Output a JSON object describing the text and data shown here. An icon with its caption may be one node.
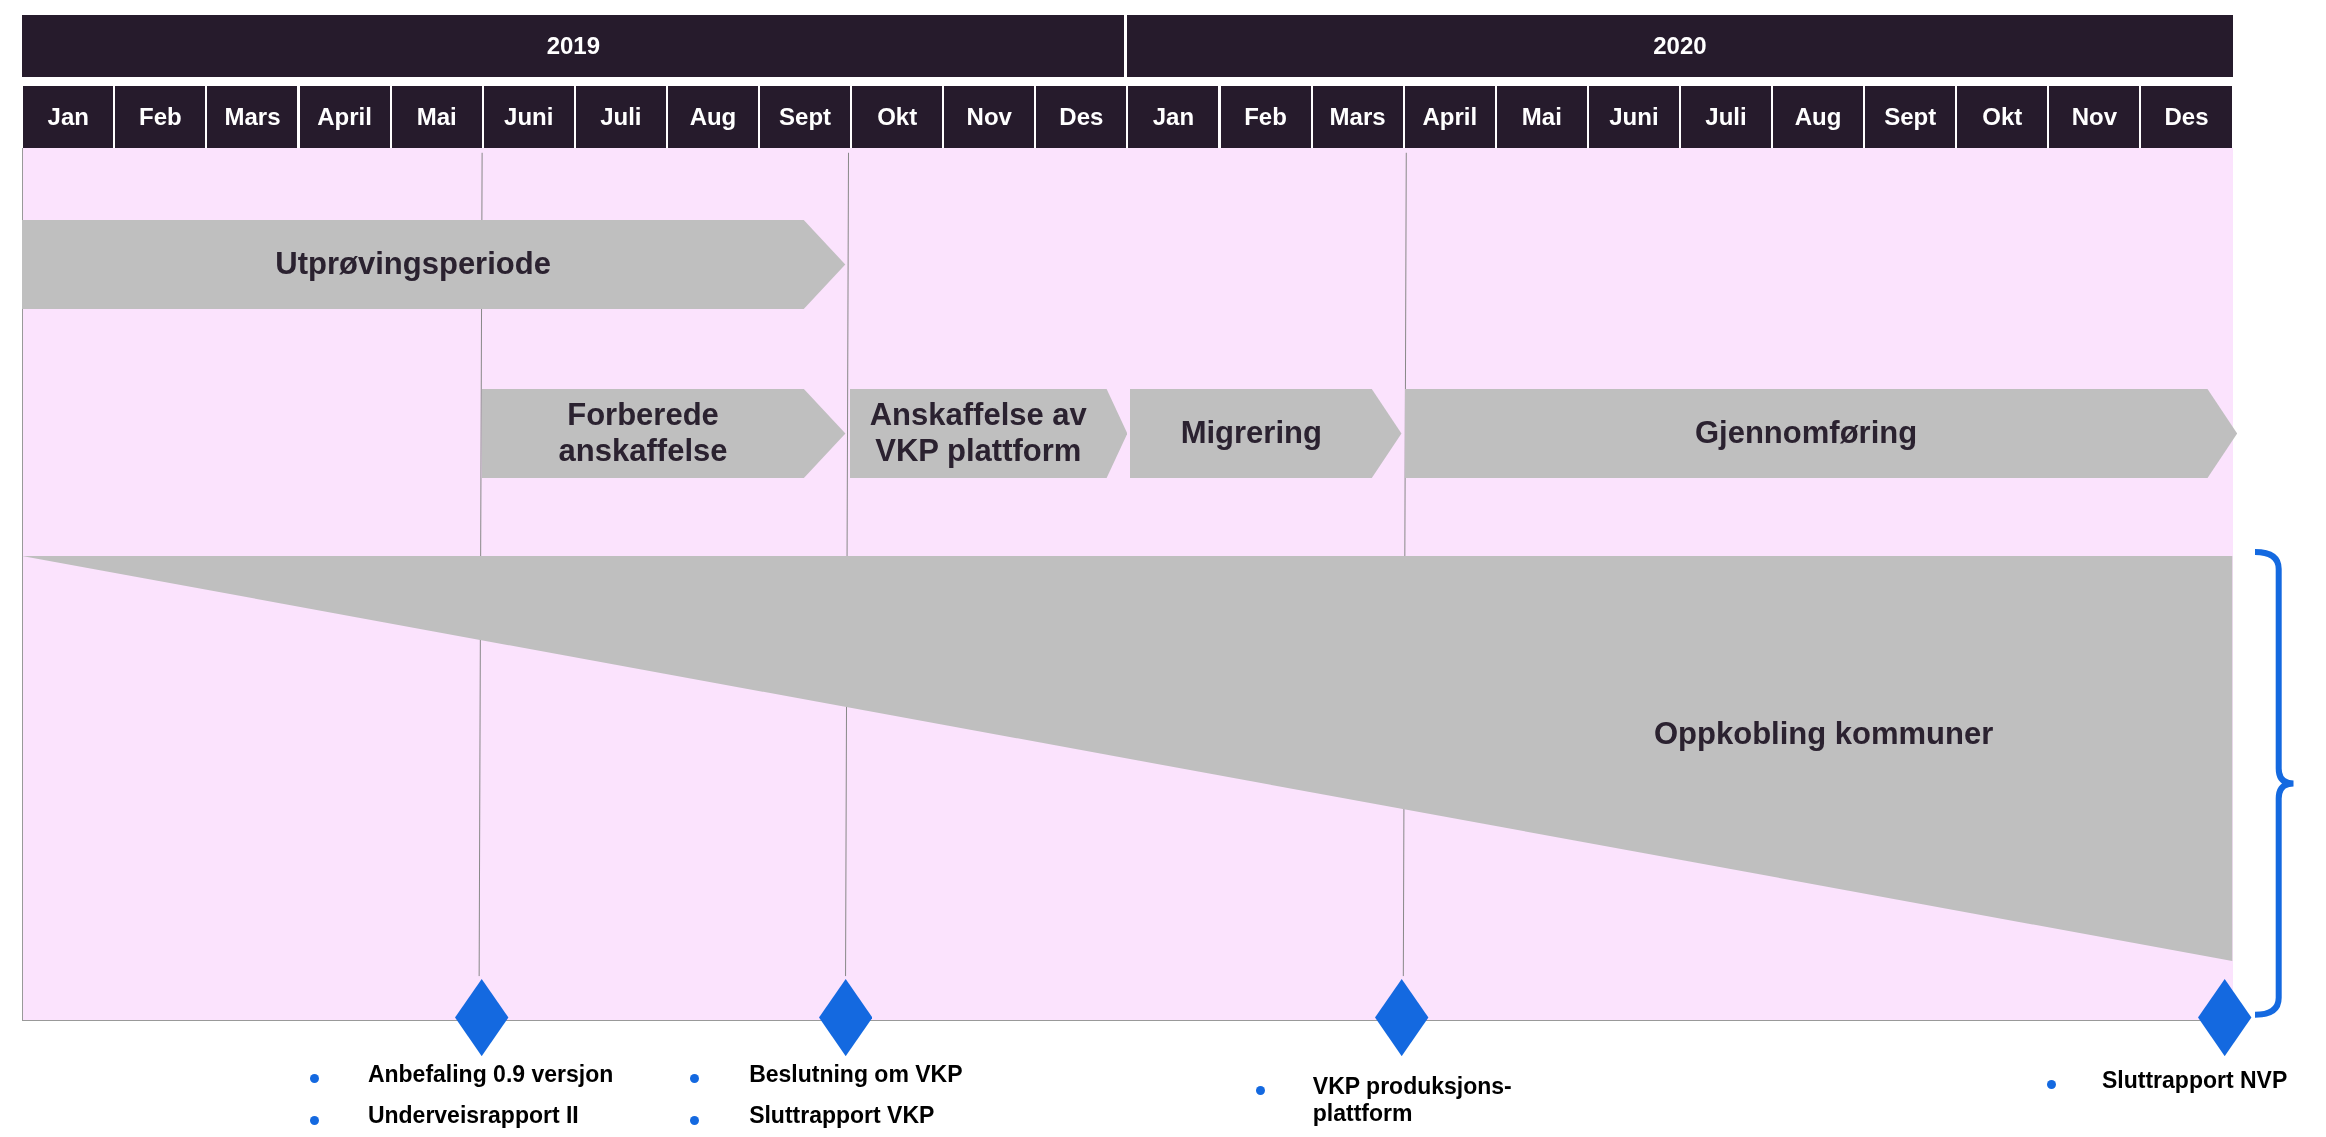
{
  "diagram": {
    "nodes": [
      {
        "text": [
          "Utprøvingsperiode"
        ]
      },
      {
        "text": [
          "Forberede anskaffelse"
        ]
      },
      {
        "text": [
          "Anskaffelse av VKP plattform"
        ]
      },
      {
        "text": [
          "Migrering"
        ]
      },
      {
        "text": [
          "Gjennomføring"
        ]
      },
      {
        "text": [
          "Oppkobling kommuner"
        ]
      },
      {
        "text": [],
        "shape": "diamond",
        "beside": [
          "Anbefaling 0.9 versjon",
          "Underveisrapport II"
        ]
      },
      {
        "text": [],
        "shape": "diamond",
        "beside": [
          "Beslutning om VKP",
          "Sluttrapport VKP"
        ]
      },
      {
        "text": [],
        "shape": "diamond",
        "beside": [
          "VKP produksjons-plattform"
        ]
      },
      {
        "text": [],
        "shape": "diamond",
        "beside": [
          "Sluttrapport NVP"
        ]
      }
    ],
    "edges": [],
    "labels": [
      "2019",
      "2020",
      "Jan",
      "Feb",
      "Mars",
      "April",
      "Mai",
      "Juni",
      "Juli",
      "Aug",
      "Sept",
      "Okt",
      "Nov",
      "Des",
      "Jan",
      "Feb",
      "Mars",
      "April",
      "Mai",
      "Juni",
      "Juli",
      "Aug",
      "Sept",
      "Okt",
      "Nov",
      "Des"
    ]
  }
}
